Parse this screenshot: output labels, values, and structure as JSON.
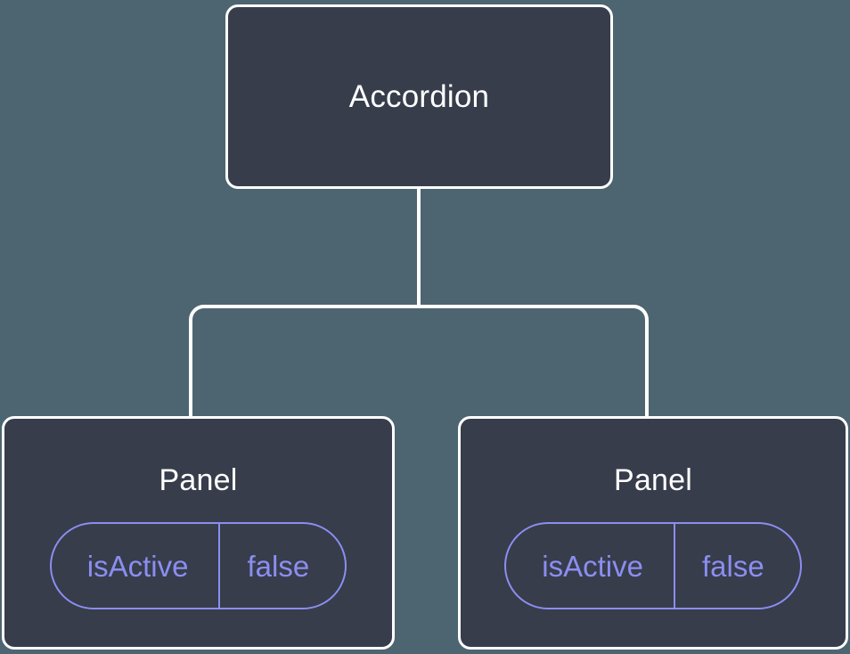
{
  "diagram": {
    "type": "component-tree",
    "background_color": "#4c6571",
    "node_fill_color": "#373d4b",
    "node_border_color": "#ffffff",
    "connector_color": "#ffffff",
    "badge_color": "#8b8ef0",
    "root": {
      "label": "Accordion"
    },
    "children": [
      {
        "label": "Panel",
        "state": {
          "key": "isActive",
          "value": "false"
        }
      },
      {
        "label": "Panel",
        "state": {
          "key": "isActive",
          "value": "false"
        }
      }
    ]
  }
}
